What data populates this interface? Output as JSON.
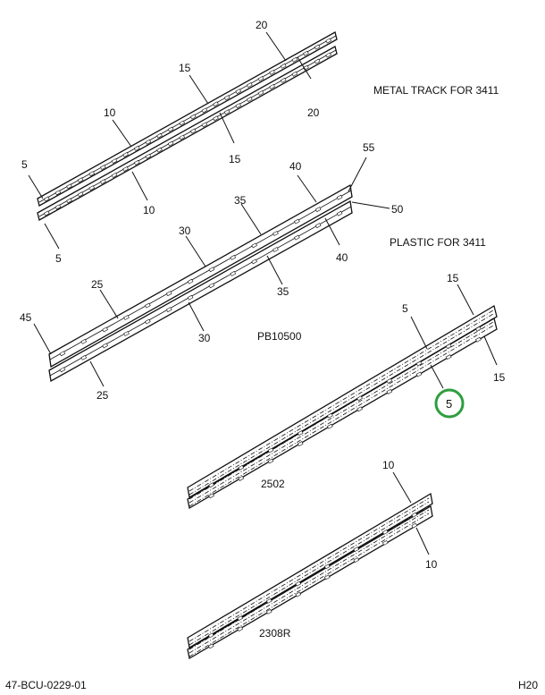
{
  "captions": {
    "metal_track": "METAL TRACK FOR 3411",
    "plastic": "PLASTIC FOR 3411",
    "pb_part": "PB10500",
    "part_2502": "2502",
    "part_2308r": "2308R",
    "doc_number": "47-BCU-0229-01",
    "sheet_code": "H20"
  },
  "callouts": {
    "c5": "5",
    "c10": "10",
    "c15": "15",
    "c20": "20",
    "c25": "25",
    "c30": "30",
    "c35": "35",
    "c40": "40",
    "c45": "45",
    "c50": "50",
    "c55": "55"
  },
  "highlight": {
    "label": "5",
    "ring_color": "#2e9e3e"
  }
}
